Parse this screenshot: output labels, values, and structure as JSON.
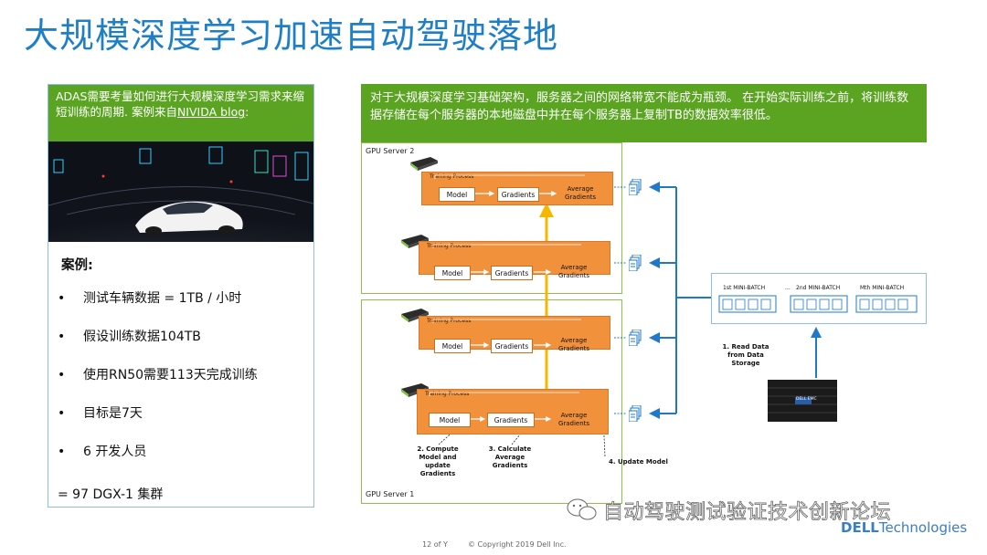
{
  "slide": {
    "title": "大规模深度学习加速自动驾驶落地"
  },
  "left": {
    "intro_text": "ADAS需要考量如何进行大规模深度学习需求来缩短训练的周期. 案例来自",
    "intro_link": "NIVIDA blog",
    "intro_colon": ":",
    "case_title": "案例:",
    "bullets": [
      "测试车辆数据 = 1TB / 小时",
      "假设训练数据104TB",
      "使用RN50需要113天完成训练",
      "目标是7天",
      "6 开发人员"
    ],
    "summary": "= 97 DGX-1 集群"
  },
  "right": {
    "header_text": "对于大规模深度学习基础架构，服务器之间的网络带宽不能成为瓶颈。 在开始实际训练之前，将训练数据存储在每个服务器的本地磁盘中并在每个服务器上复制TB的数据效率很低。"
  },
  "diagram": {
    "server2_label": "GPU Server 2",
    "server1_label": "GPU Server 1",
    "process_label": "Training Process",
    "model_label": "Model",
    "gradients_label": "Gradients",
    "avg_label_1": "Average",
    "avg_label_2": "Gradients",
    "annot_compute": "2. Compute\nModel and\nupdate\nGradients",
    "annot_calc": "3. Calculate\nAverage\nGradients",
    "annot_update": "4. Update Model",
    "mb1": "1st MINI-BATCH",
    "mb_dots": "...",
    "mb2": "2nd MINI-BATCH",
    "mbm": "Mth MINI-BATCH",
    "read_data": "1. Read Data\nfrom Data\nStorage",
    "storage_brand": "DELL EMC",
    "colors": {
      "orange": "#f2913c",
      "green": "#5aa421",
      "blue": "#1f78c8",
      "yellow": "#f5b800"
    }
  },
  "footer": {
    "page": "12 of Y",
    "copyright": "© Copyright 2019 Dell Inc.",
    "watermark": "自动驾驶测试验证技术创新论坛",
    "brand_bold": "DELL",
    "brand_rest": "Technologies"
  }
}
